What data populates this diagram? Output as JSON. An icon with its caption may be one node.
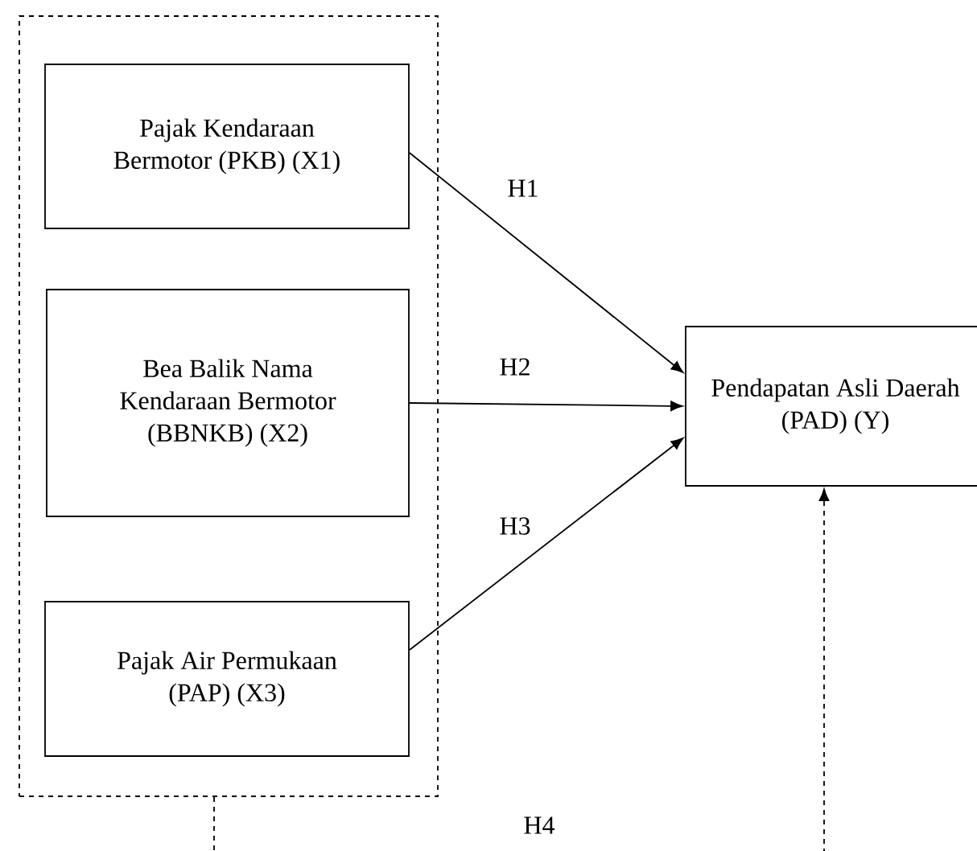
{
  "diagram": {
    "nodes": [
      {
        "text": [],
        "shape": "box"
      },
      {
        "text": [
          "Pajak Kendaraan Bermotor (PKB) (X1)"
        ],
        "in": 0
      },
      {
        "text": [
          "Bea Balik Nama Kendaraan Bermotor (BBNKB) (X2)"
        ],
        "in": 0
      },
      {
        "text": [
          "Pajak Air Permukaan (PAP) (X3)"
        ],
        "in": 0
      },
      {
        "text": [
          "Pendapatan Asli Daerah (PAD) (Y)"
        ]
      }
    ],
    "edges": [
      {
        "from": 1,
        "to": 4,
        "arrow": "to",
        "label": "H1"
      },
      {
        "from": 2,
        "to": 4,
        "arrow": "to",
        "label": "H2"
      },
      {
        "from": 3,
        "to": 4,
        "arrow": "to",
        "label": "H3"
      },
      {
        "from": 0,
        "to": 4,
        "arrow": "to",
        "label": "H4",
        "style": "dashed"
      }
    ]
  }
}
